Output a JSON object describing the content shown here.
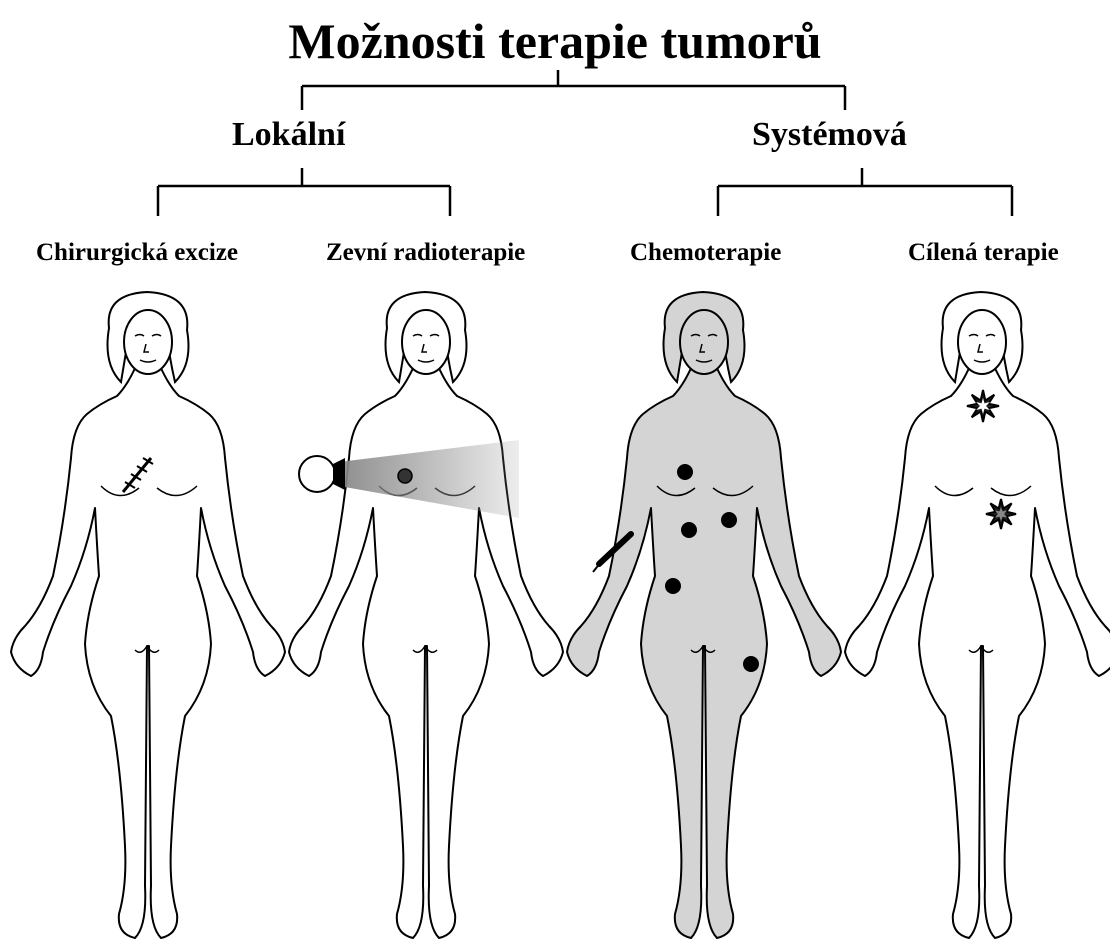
{
  "title": "Možnosti terapie tumorů",
  "categories": {
    "local": "Lokální",
    "systemic": "Systémová"
  },
  "therapies": {
    "surgery": "Chirurgická excize",
    "radiotherapy": "Zevní radioterapie",
    "chemotherapy": "Chemoterapie",
    "targeted": "Cílená terapie"
  },
  "colors": {
    "line": "#000000",
    "skin": "#ffffff",
    "chemo_fill": "#d4d4d4",
    "beam": "#888888",
    "dot": "#000000"
  }
}
